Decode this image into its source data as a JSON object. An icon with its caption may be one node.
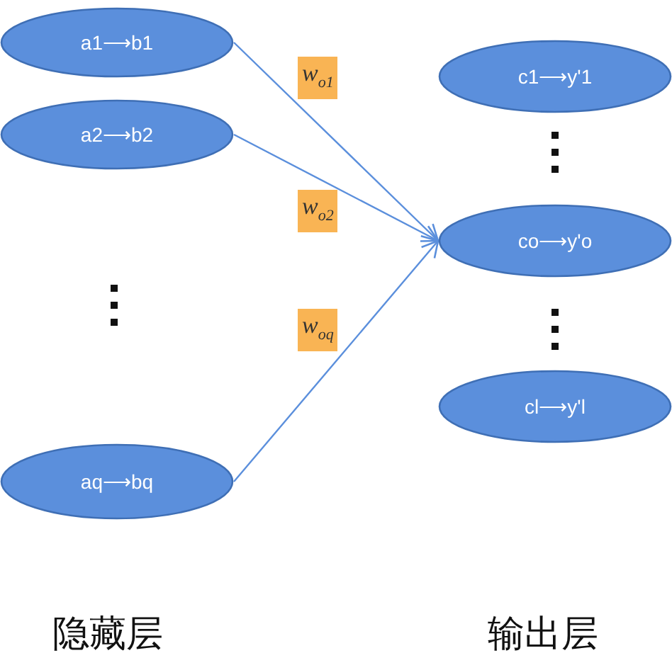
{
  "diagram": {
    "nodes": [
      {
        "text": [
          "a1⟶b1"
        ]
      },
      {
        "text": [
          "a2⟶b2"
        ]
      },
      {
        "text": [
          "aq⟶bq"
        ]
      },
      {
        "text": [
          "c1⟶y'1"
        ]
      },
      {
        "text": [
          "co⟶y'o"
        ]
      },
      {
        "text": [
          "cl⟶y'l"
        ]
      }
    ],
    "edges": [
      {
        "from": 0,
        "to": 4,
        "arrow": "to",
        "label": "w$_{o1}$"
      },
      {
        "from": 1,
        "to": 4,
        "arrow": "to",
        "label": "w$_{o2}$"
      },
      {
        "from": 2,
        "to": 4,
        "arrow": "to",
        "label": "w$_{oq}$"
      }
    ],
    "labels": [
      "隐藏层",
      "输出层"
    ]
  }
}
